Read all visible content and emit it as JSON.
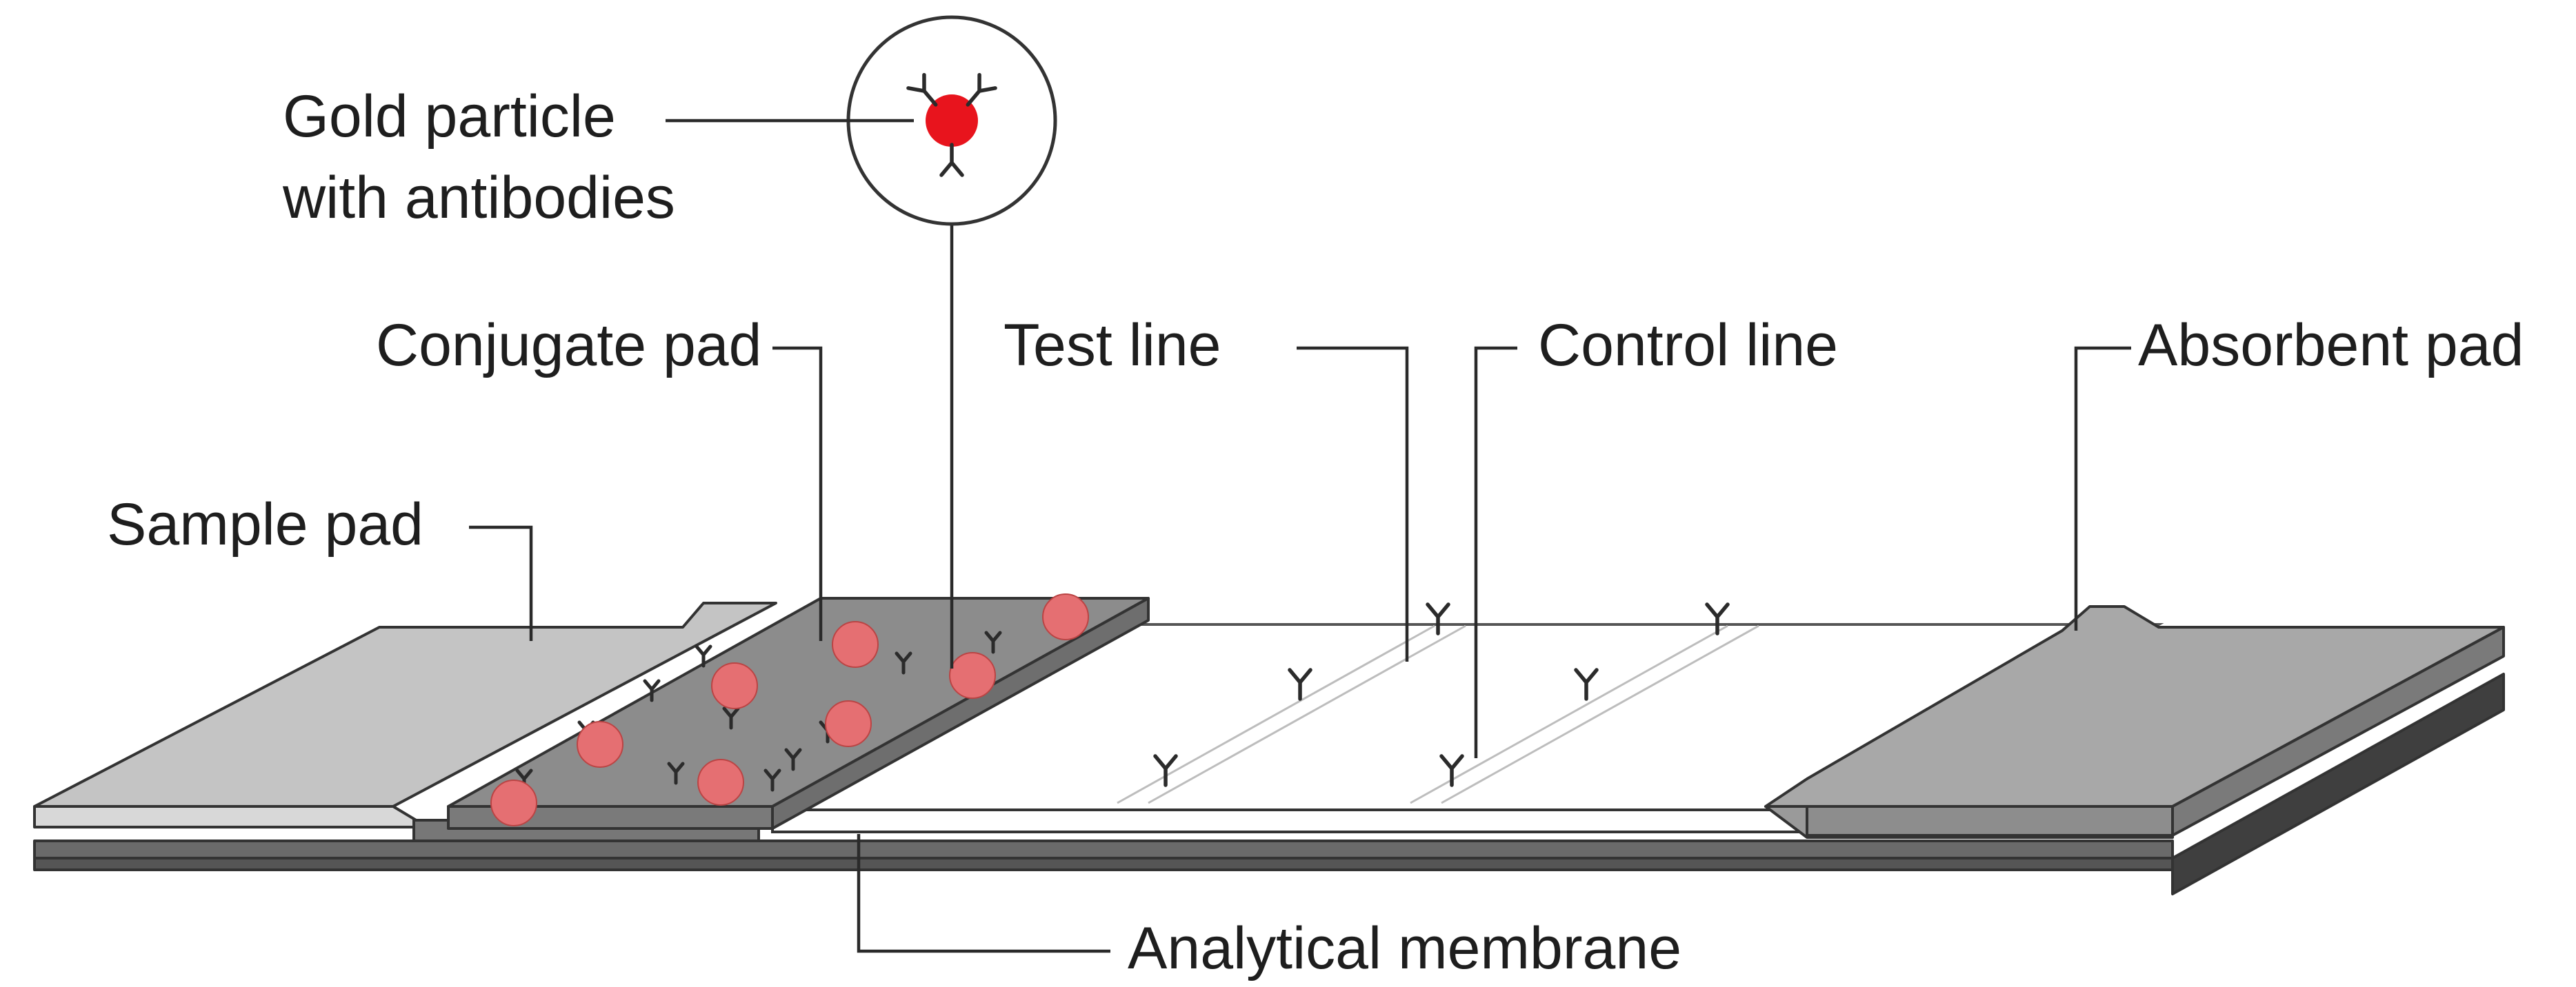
{
  "labels": {
    "gold_particle_line1": "Gold particle",
    "gold_particle_line2": "with antibodies",
    "conjugate_pad": "Conjugate pad",
    "sample_pad": "Sample pad",
    "test_line": "Test line",
    "control_line": "Control line",
    "absorbent_pad": "Absorbent pad",
    "analytical_membrane": "Analytical membrane"
  },
  "colors": {
    "gold_particle": "#e8141d",
    "particle_on_pad": "#e56f72",
    "conjugate_pad": "#8c8c8c",
    "sample_pad": "#c4c4c4",
    "absorbent_pad": "#a8a8a8",
    "backing": "#555555",
    "membrane": "#ffffff"
  },
  "icons": {
    "antibody": "antibody-y-icon",
    "gold_particle": "gold-particle-icon"
  }
}
